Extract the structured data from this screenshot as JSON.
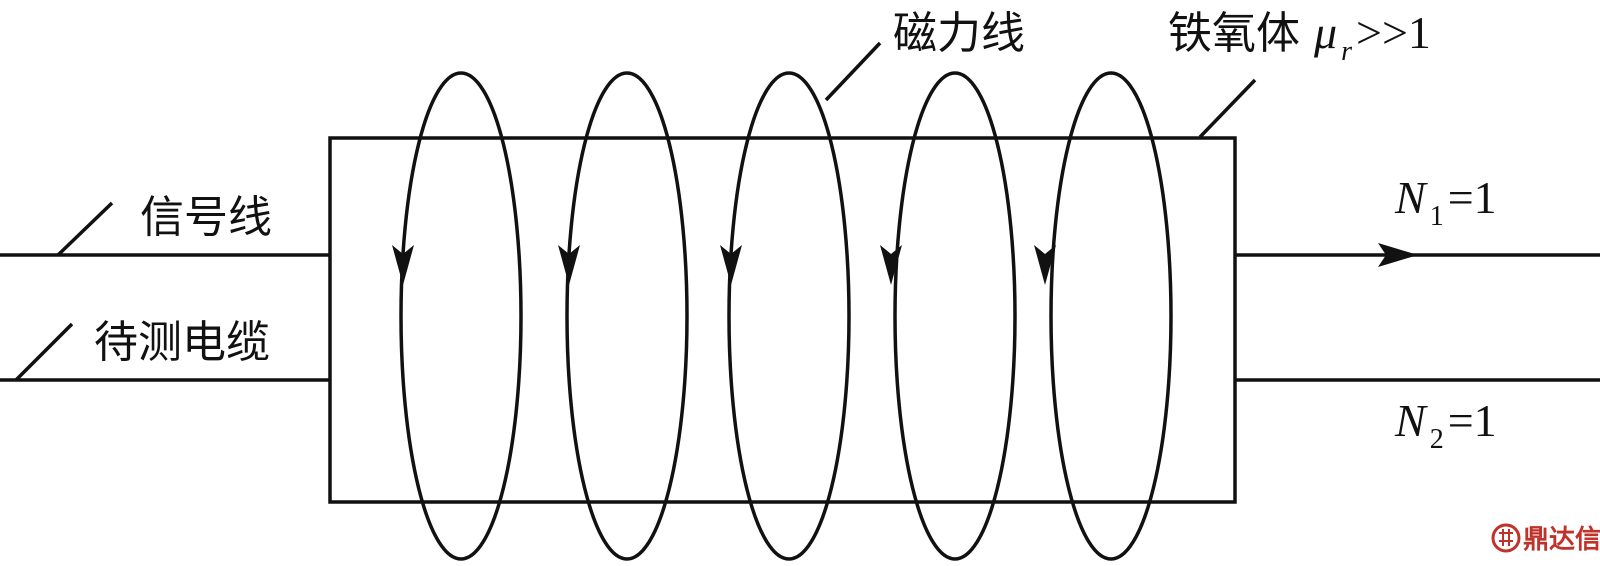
{
  "labels": {
    "magnetic_field_lines": "磁力线",
    "ferrite_prefix": "铁氧体",
    "ferrite_mu": "μ",
    "ferrite_mu_sub": "r",
    "ferrite_suffix": ">>1",
    "signal_line": "信号线",
    "cable_under_test": "待测电缆",
    "n1_symbol": "N",
    "n1_sub": "1",
    "n1_value": "=1",
    "n2_symbol": "N",
    "n2_sub": "2",
    "n2_value": "=1"
  },
  "watermark": {
    "text": "鼎达信",
    "color": "#c0332a"
  }
}
